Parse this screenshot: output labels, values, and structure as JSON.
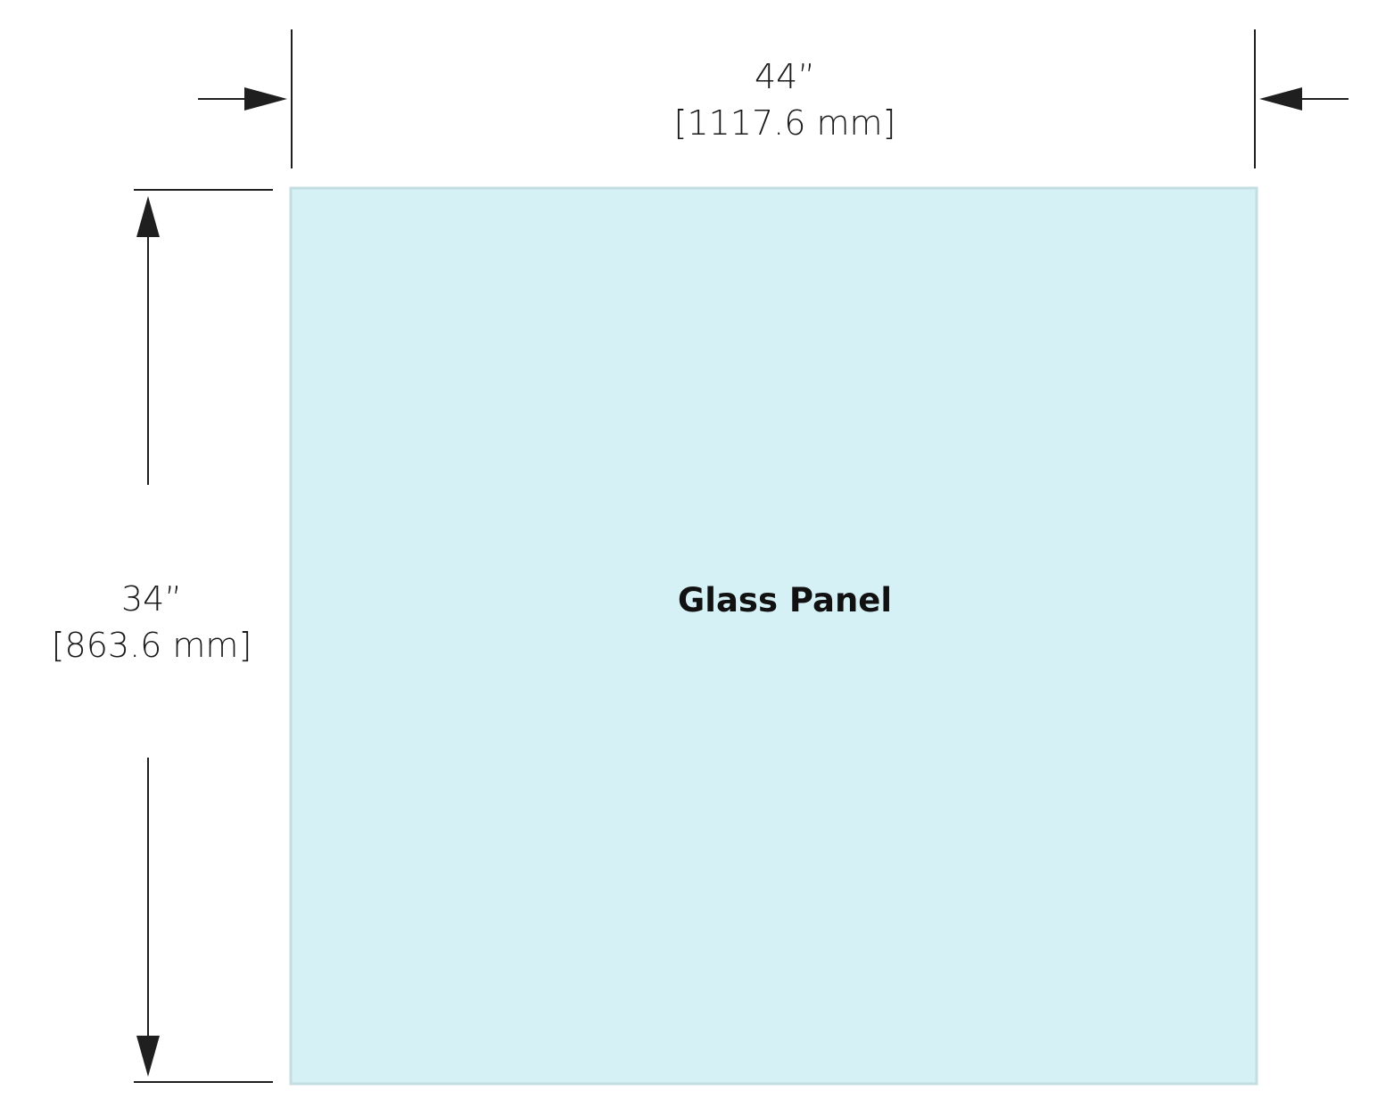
{
  "panel": {
    "label": "Glass Panel",
    "fill_color": "#d5f1f6",
    "border_color": "#c4dde2"
  },
  "width_dimension": {
    "imperial": "44”",
    "metric": "[1117.6 mm]"
  },
  "height_dimension": {
    "imperial": "34”",
    "metric": "[863.6 mm]"
  },
  "line_color": "#1f1f1f"
}
